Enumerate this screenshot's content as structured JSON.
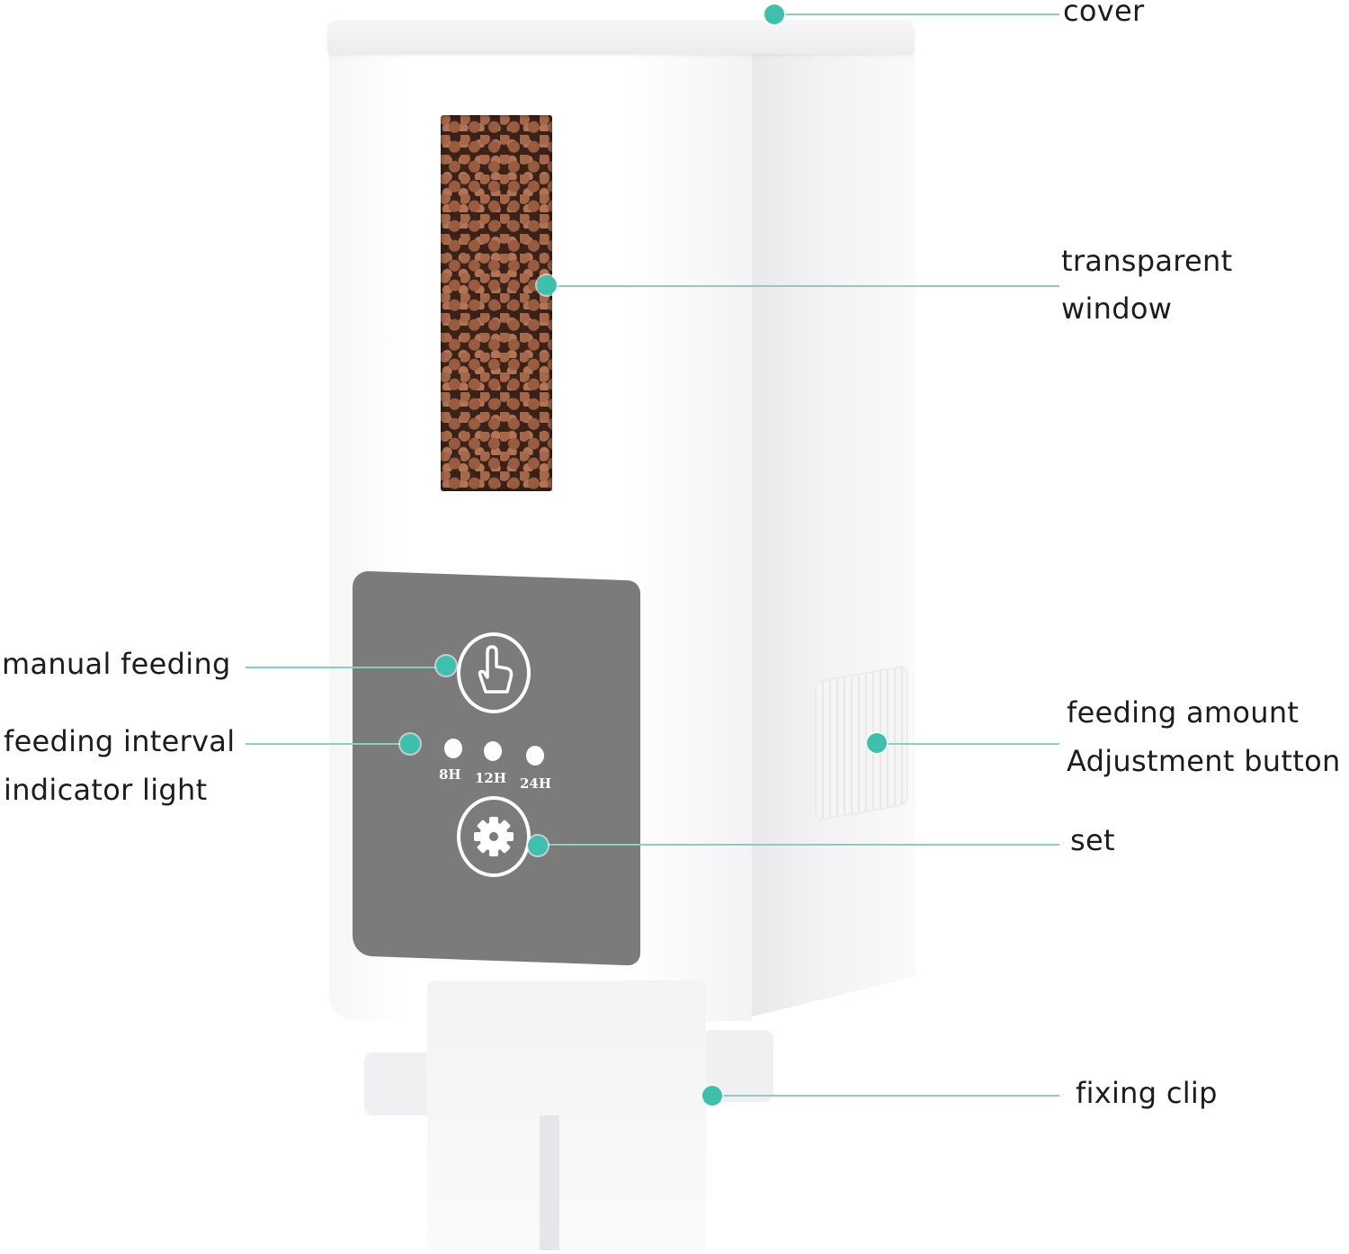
{
  "diagram": {
    "subject": "Automatic pet feeder",
    "accent_color": "#3fbfad",
    "line_color": "#8fcac3",
    "panel_color": "#7b7b7b",
    "callouts": [
      {
        "id": "cover",
        "text": "cover"
      },
      {
        "id": "transparent_window",
        "line1": "transparent",
        "line2": "window"
      },
      {
        "id": "manual_feeding",
        "text": "manual feeding"
      },
      {
        "id": "feeding_interval",
        "line1": "feeding interval",
        "line2": "indicator light"
      },
      {
        "id": "feeding_amount",
        "line1": "feeding amount",
        "line2": "Adjustment button"
      },
      {
        "id": "set",
        "text": "set"
      },
      {
        "id": "fixing_clip",
        "text": "fixing clip"
      }
    ],
    "control_panel": {
      "manual_button_icon": "hand-pointer-icon",
      "set_button_icon": "gear-icon",
      "interval_labels": [
        "8H",
        "12H",
        "24H"
      ]
    }
  }
}
